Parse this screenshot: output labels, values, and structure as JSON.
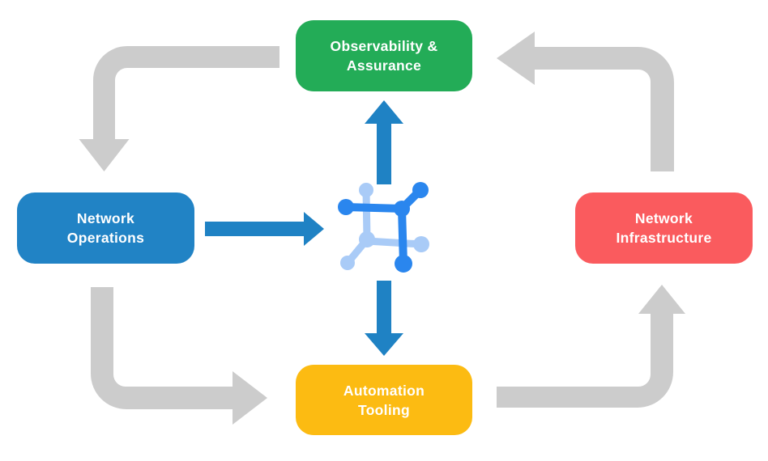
{
  "diagram": {
    "type": "cycle-flow-diagram",
    "nodes": {
      "observability": {
        "label": [
          "Observability &",
          "Assurance"
        ],
        "color": "#23AC57"
      },
      "operations": {
        "label": [
          "Network",
          "Operations"
        ],
        "color": "#2183C5"
      },
      "infrastructure": {
        "label": [
          "Network",
          "Infrastructure"
        ],
        "color": "#FA5B5E"
      },
      "automation": {
        "label": [
          "Automation",
          "Tooling"
        ],
        "color": "#FCBB12"
      }
    },
    "center_icon": "network-mesh-icon",
    "colors": {
      "cycle_arrow": "#CCCCCC",
      "flow_arrow": "#1F82C4",
      "icon_primary": "#2A86EE",
      "icon_secondary": "#A9CBF7",
      "label_text": "#FFFFFF",
      "background": "#FFFFFF"
    }
  }
}
